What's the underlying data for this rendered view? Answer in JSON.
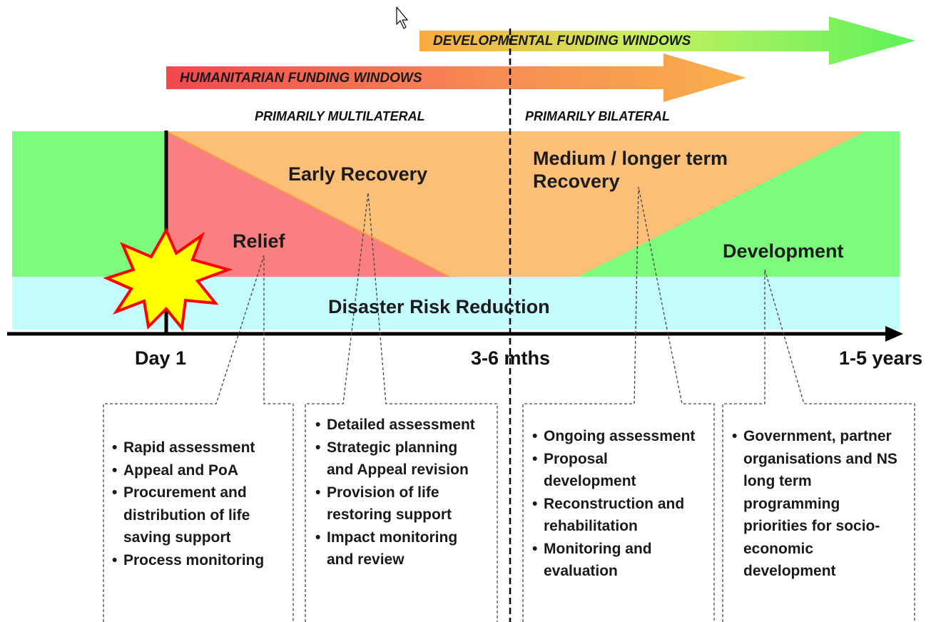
{
  "funding_windows": {
    "developmental": "DEVELOPMENTAL FUNDING WINDOWS",
    "humanitarian": "HUMANITARIAN FUNDING WINDOWS"
  },
  "modes": {
    "multilateral": "PRIMARILY MULTILATERAL",
    "bilateral": "PRIMARILY  BILATERAL"
  },
  "phases": {
    "early_recovery": "Early Recovery",
    "medium_recovery": "Medium / longer term Recovery",
    "relief": "Relief",
    "development": "Development",
    "drr": "Disaster Risk Reduction"
  },
  "timeline": {
    "day1": "Day 1",
    "months": "3-6 mths",
    "years": "1-5 years"
  },
  "boxes": {
    "relief": [
      "Rapid assessment",
      "Appeal and PoA",
      "Procurement and distribution of life saving support",
      "Process monitoring"
    ],
    "early_recovery": [
      "Detailed assessment",
      "Strategic planning and Appeal revision",
      "Provision of life restoring support",
      "Impact monitoring and review"
    ],
    "medium_recovery": [
      "Ongoing assessment",
      "Proposal development",
      "Reconstruction and rehabilitation",
      "Monitoring and evaluation"
    ],
    "development": [
      "Government, partner organisations and NS long term programming priorities for socio-economic development"
    ]
  },
  "colors": {
    "green": "#7cfc7c",
    "orange": "#fbbf78",
    "red": "#f97f80",
    "drr": "#c4fcfc",
    "burst_fill": "#ffff00",
    "burst_stroke": "#ff0000"
  }
}
